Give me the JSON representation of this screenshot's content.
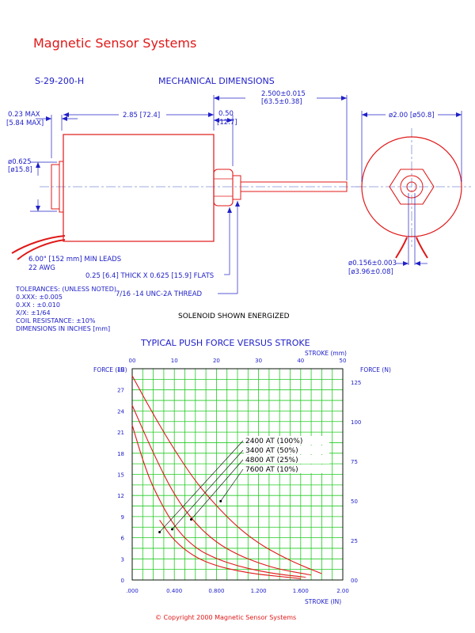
{
  "header": {
    "company": "Magnetic Sensor Systems",
    "part_number": "S-29-200-H",
    "drawing_title": "MECHANICAL DIMENSIONS"
  },
  "dimensions": {
    "overall_length": {
      "in": "2.500±0.015",
      "mm": "[63.5±0.38]"
    },
    "body_length": "2.85 [72.4]",
    "flange_width": {
      "in": "0.23 MAX",
      "mm": "[5.84 MAX]"
    },
    "nut_length": {
      "in": "0.50",
      "mm": "[12.7]"
    },
    "diameter": "ø2.00 [ø50.8]",
    "boss_diameter": {
      "in": "ø0.625",
      "mm": "[ø15.8]"
    },
    "leads": {
      "line1": "6.00\" [152 mm] MIN LEADS",
      "line2": "22 AWG"
    },
    "flats": "0.25 [6.4] THICK X 0.625 [15.9] FLATS",
    "thread": "7/16 -14 UNC-2A THREAD",
    "plunger_diameter": {
      "in": "ø0.156±0.003",
      "mm": "[ø3.96±0.08]"
    }
  },
  "tolerances": [
    "TOLERANCES: (UNLESS NOTED)",
    "0.XXX:  ±0.005",
    "0.XX :  ±0.010",
    "X/X:    ±1/64",
    "COIL RESISTANCE:  ±10%",
    "DIMENSIONS IN INCHES [mm]"
  ],
  "note": "SOLENOID SHOWN ENERGIZED",
  "chart_data": {
    "type": "line",
    "title": "TYPICAL PUSH FORCE VERSUS STROKE",
    "xlabel": "STROKE (IN)",
    "x2label": "STROKE (mm)",
    "ylabel": "FORCE (LB)",
    "y2label": "FORCE (N)",
    "xlim": [
      0,
      2.0
    ],
    "ylim": [
      0,
      30
    ],
    "x_ticks": [
      ".000",
      "0.400",
      "0.800",
      "1.200",
      "1.600",
      "2.00"
    ],
    "x2_ticks": [
      "00",
      "10",
      "20",
      "30",
      "40",
      "50"
    ],
    "y_ticks": [
      "0",
      "3",
      "6",
      "9",
      "12",
      "15",
      "18",
      "21",
      "24",
      "27",
      "30"
    ],
    "y2_ticks": [
      "00",
      "25",
      "50",
      "75",
      "100",
      "125"
    ],
    "grid": true,
    "legend_position": "center-right",
    "series": [
      {
        "name": "2400  AT (100%)",
        "x": [
          0.26,
          0.4,
          0.6,
          0.8,
          1.0,
          1.2,
          1.4,
          1.6
        ],
        "y": [
          8.5,
          5.5,
          3.2,
          2.0,
          1.3,
          0.8,
          0.5,
          0.2
        ]
      },
      {
        "name": "3400  AT (50%)",
        "x": [
          0.0,
          0.1,
          0.2,
          0.4,
          0.6,
          0.8,
          1.0,
          1.2,
          1.4,
          1.65
        ],
        "y": [
          22.0,
          17.0,
          13.0,
          7.5,
          4.5,
          3.0,
          2.0,
          1.3,
          0.8,
          0.4
        ]
      },
      {
        "name": "4800  AT (25%)",
        "x": [
          0.0,
          0.2,
          0.4,
          0.6,
          0.8,
          1.0,
          1.2,
          1.4,
          1.7
        ],
        "y": [
          24.8,
          18.0,
          12.0,
          8.0,
          5.3,
          3.6,
          2.4,
          1.5,
          0.7
        ]
      },
      {
        "name": "7600  AT (10%)",
        "x": [
          0.0,
          0.2,
          0.4,
          0.6,
          0.8,
          1.0,
          1.2,
          1.4,
          1.6,
          1.8
        ],
        "y": [
          29.0,
          23.5,
          18.5,
          14.0,
          10.5,
          7.5,
          5.2,
          3.5,
          2.1,
          0.9
        ]
      }
    ]
  },
  "footer": {
    "copyright": "©  Copyright 2000 Magnetic Sensor Systems"
  },
  "colors": {
    "red": "#e01818",
    "blue": "#2020c8",
    "green": "#22cc22",
    "centerline": "#8090d8"
  }
}
